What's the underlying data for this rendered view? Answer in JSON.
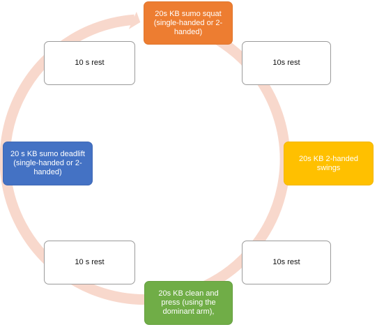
{
  "diagram": {
    "type": "cycle",
    "colors": {
      "arrow": "#f8d8cc",
      "rest_fill": "#ffffff",
      "rest_border": "#9a9a9a",
      "squat": "#ed7d31",
      "swings": "#ffc000",
      "clean_press": "#70ad47",
      "deadlift": "#4472c4"
    },
    "nodes": [
      {
        "text": "20s KB sumo squat (single-handed or 2-handed)"
      },
      {
        "text": "10s rest"
      },
      {
        "text": "20s KB 2-handed swings"
      },
      {
        "text": "10s rest"
      },
      {
        "text": "20s KB clean and press (using the dominant arm),"
      },
      {
        "text": "10 s rest"
      },
      {
        "text": "20 s KB sumo deadlift (single-handed or 2-handed)"
      },
      {
        "text": "10 s rest"
      }
    ]
  }
}
